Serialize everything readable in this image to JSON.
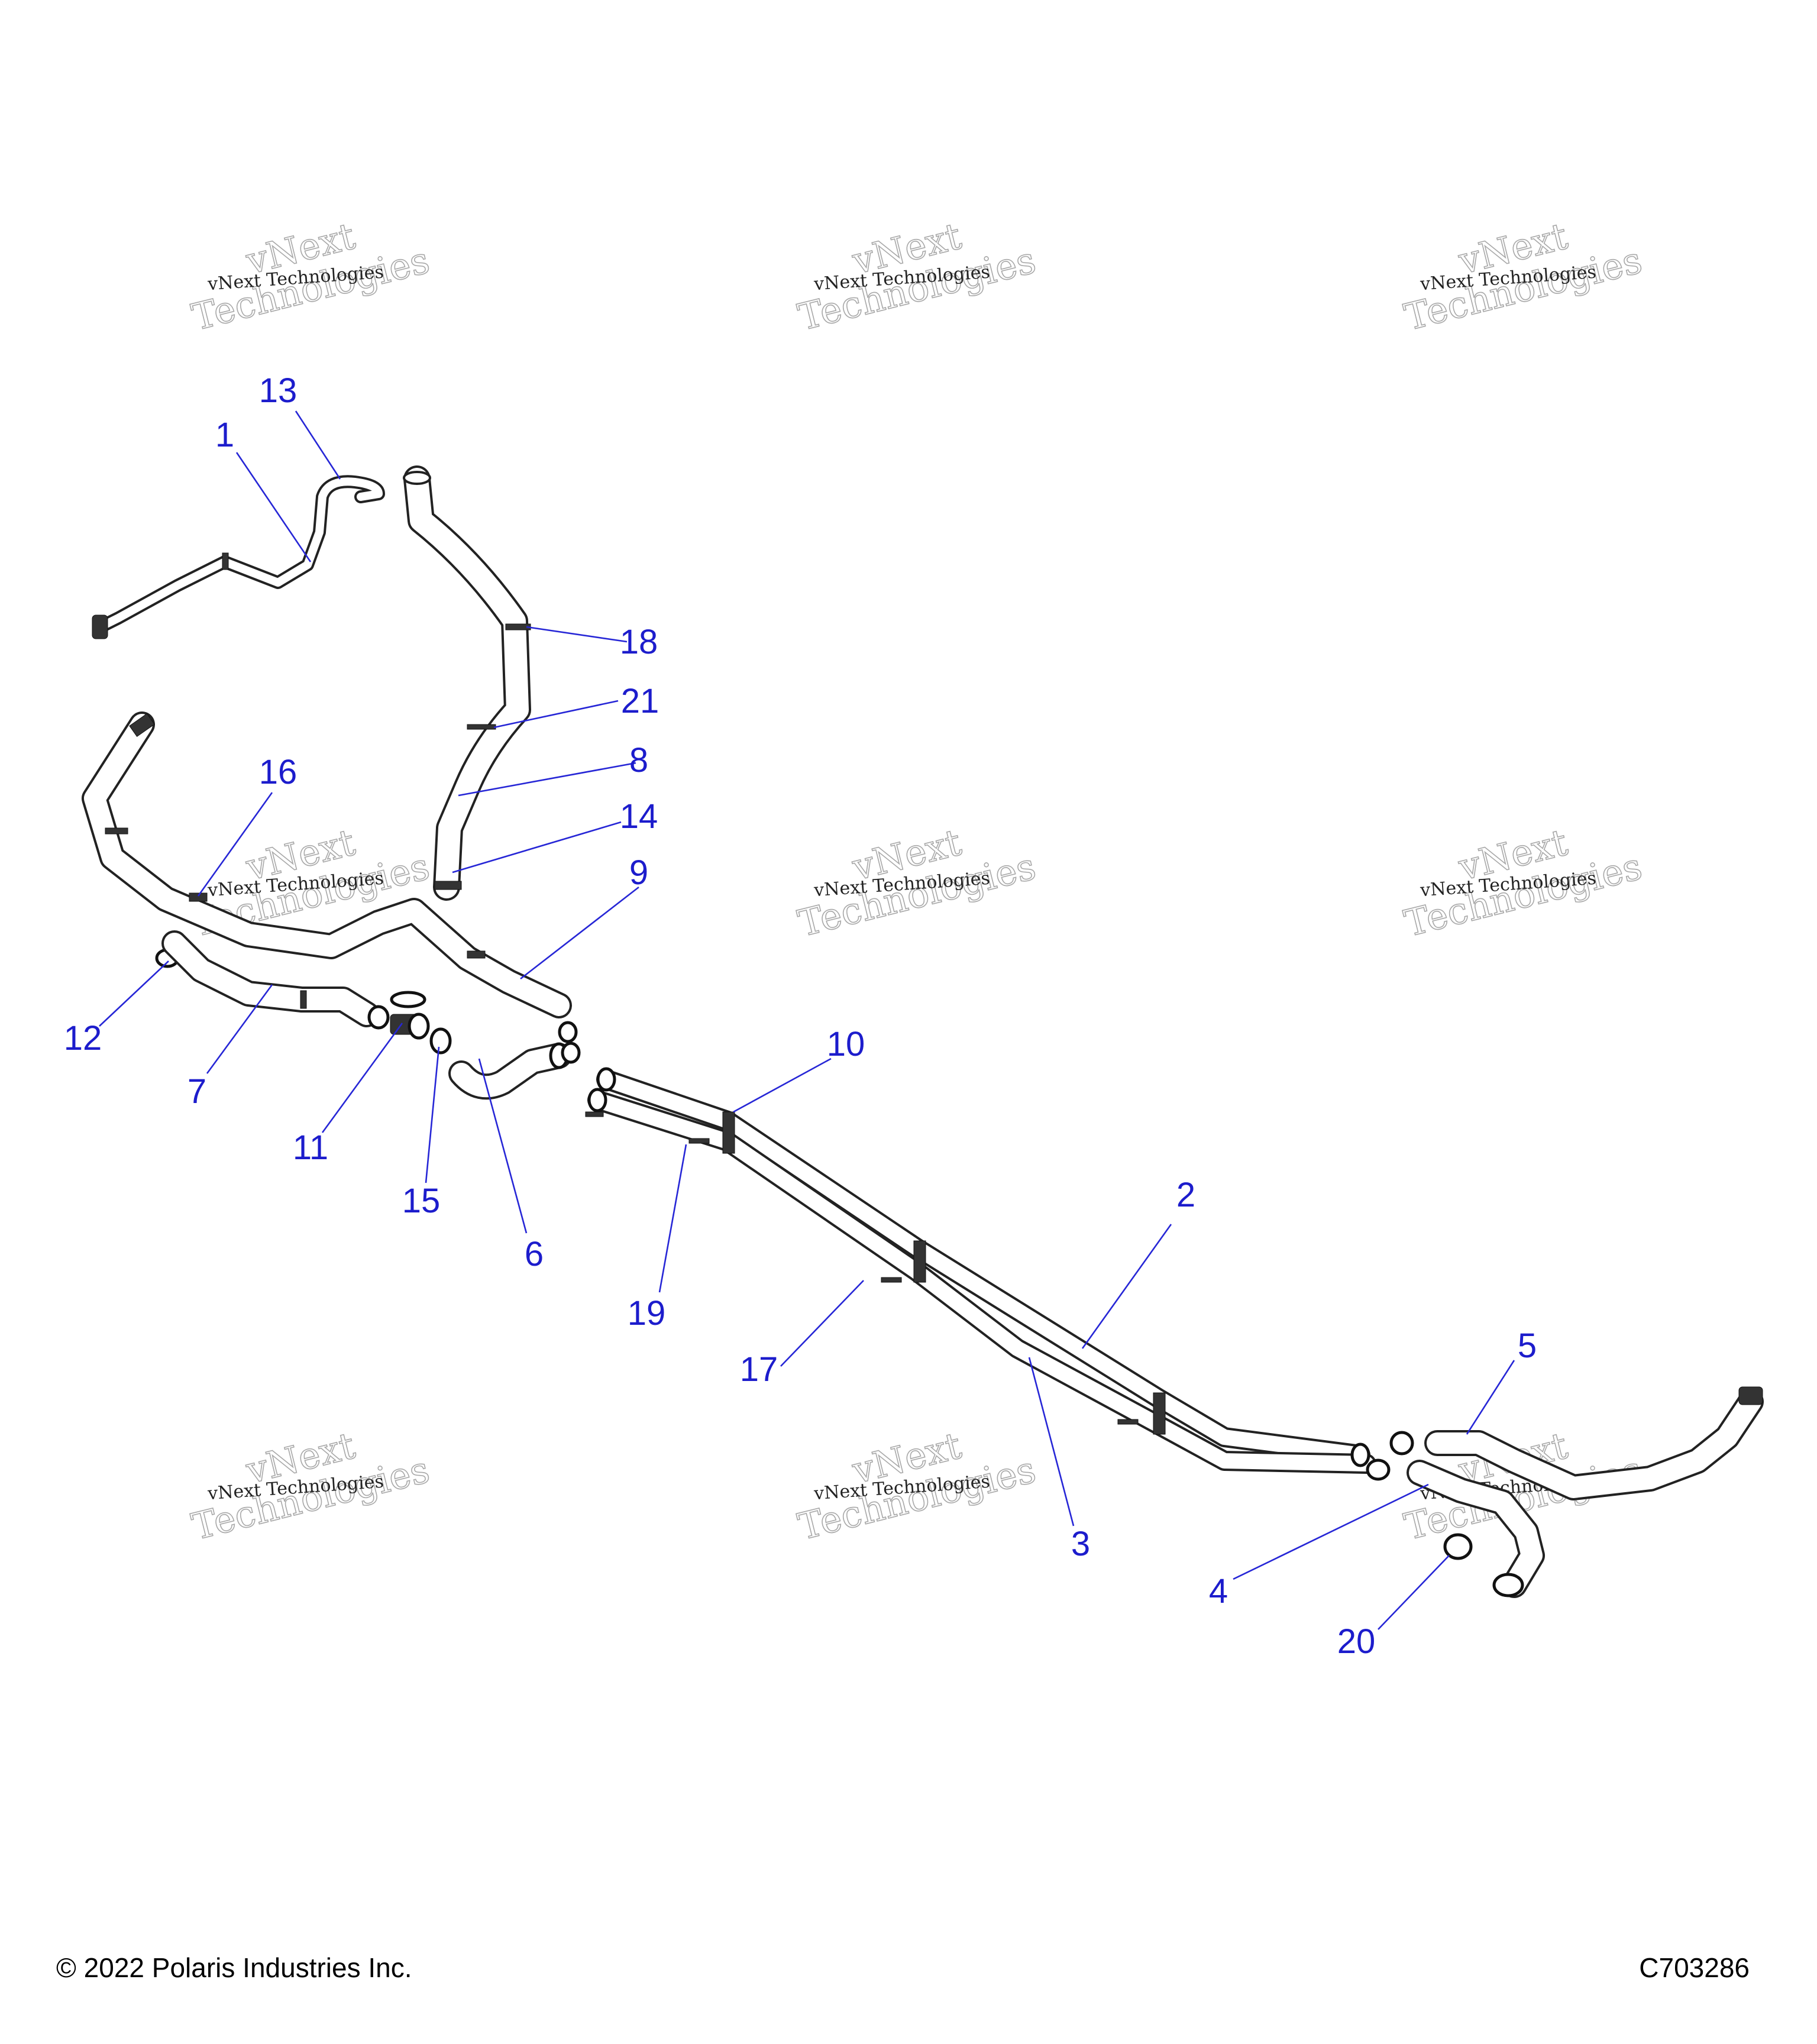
{
  "watermark": {
    "line_small": "vNext Technologies",
    "line_big_1": "vNext",
    "line_big_2": "Technologies"
  },
  "callouts": [
    "1",
    "2",
    "3",
    "4",
    "5",
    "6",
    "7",
    "8",
    "9",
    "10",
    "11",
    "12",
    "13",
    "14",
    "15",
    "16",
    "17",
    "18",
    "19",
    "20",
    "21"
  ],
  "footer": {
    "copyright": "© 2022 Polaris Industries Inc.",
    "diagram_id": "C703286"
  },
  "colors": {
    "callout_blue": "#1c1ccc",
    "line_dark": "#222222",
    "watermark_gray": "#a8a8a8"
  }
}
